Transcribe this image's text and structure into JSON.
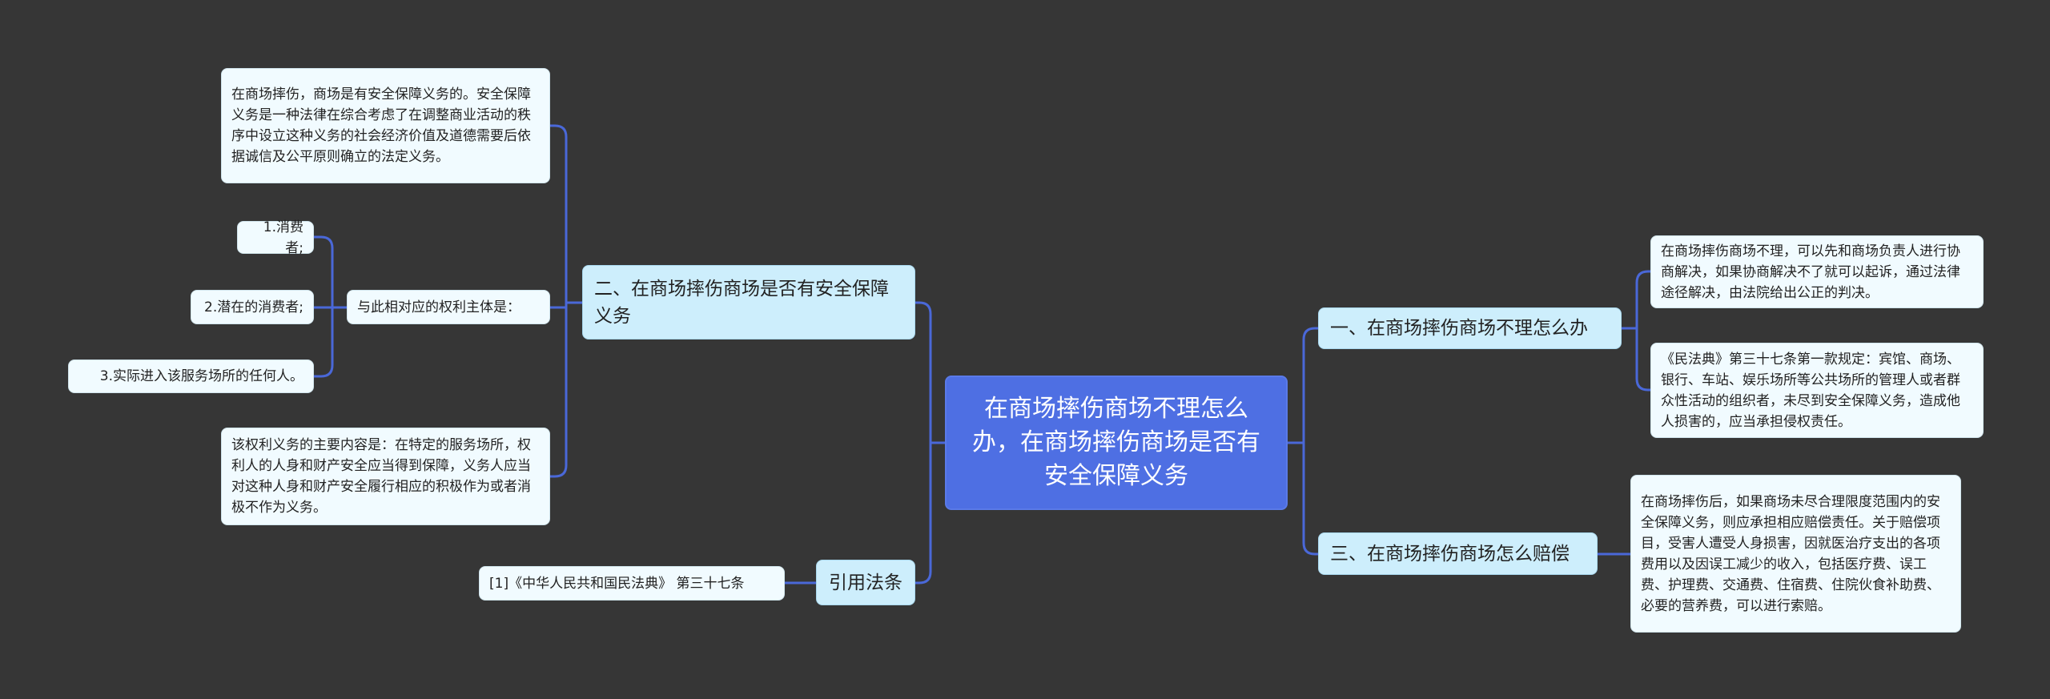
{
  "colors": {
    "background": "#363636",
    "root": "#4e6fe3",
    "branch": "#cdeefc",
    "leaf": "#f1fbff",
    "connector": "#4a68d8"
  },
  "root": {
    "label": "在商场摔伤商场不理怎么办，在商场摔伤商场是否有安全保障义务"
  },
  "left": {
    "branch2": {
      "label": "二、在商场摔伤商场是否有安全保障义务",
      "leaf_definition": "在商场摔伤，商场是有安全保障义务的。安全保障义务是一种法律在综合考虑了在调整商业活动的秩序中设立这种义务的社会经济价值及道德需要后依据诚信及公平原则确立的法定义务。",
      "subject_label": "与此相对应的权利主体是：",
      "subjects": [
        "1.消费者;",
        "2.潜在的消费者;",
        "3.实际进入该服务场所的任何人。"
      ],
      "leaf_content": "该权利义务的主要内容是：在特定的服务场所，权利人的人身和财产安全应当得到保障，义务人应当对这种人身和财产安全履行相应的积极作为或者消极不作为义务。"
    },
    "citation": {
      "label": "引用法条",
      "item": "[1]《中华人民共和国民法典》 第三十七条"
    }
  },
  "right": {
    "branch1": {
      "label": "一、在商场摔伤商场不理怎么办",
      "leaf_a": "在商场摔伤商场不理，可以先和商场负责人进行协商解决，如果协商解决不了就可以起诉，通过法律途径解决，由法院给出公正的判决。",
      "leaf_b": "《民法典》第三十七条第一款规定：宾馆、商场、银行、车站、娱乐场所等公共场所的管理人或者群众性活动的组织者，未尽到安全保障义务，造成他人损害的，应当承担侵权责任。"
    },
    "branch3": {
      "label": "三、在商场摔伤商场怎么赔偿",
      "leaf": "在商场摔伤后，如果商场未尽合理限度范围内的安全保障义务，则应承担相应赔偿责任。关于赔偿项目，受害人遭受人身损害，因就医治疗支出的各项费用以及因误工减少的收入，包括医疗费、误工费、护理费、交通费、住宿费、住院伙食补助费、必要的营养费，可以进行索赔。"
    }
  }
}
